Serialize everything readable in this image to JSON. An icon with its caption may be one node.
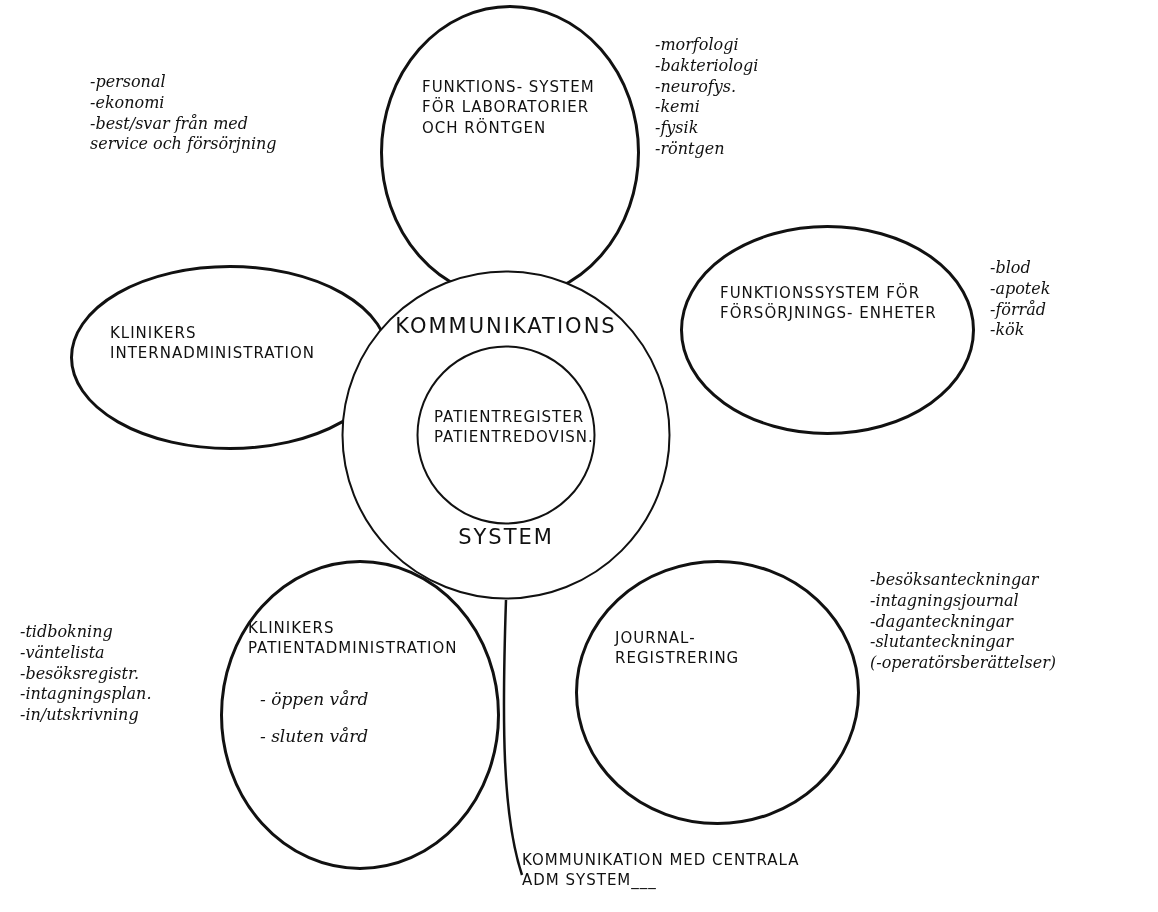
{
  "diagram": {
    "nodes": [
      {
        "text": [
          "FUNKTIONS- SYSTEM FÖR LABORATORIER OCH RÖNTGEN"
        ],
        "beside": [
          "-morfologi",
          "-bakteriologi",
          "-neurofys.",
          "-kemi",
          "-fysik",
          "-röntgen"
        ]
      },
      {
        "text": [
          "KLINIKERS INTERNADMINISTRATION"
        ],
        "beside": [
          "-personal",
          "-ekonomi",
          "-best/svar från med service och försörjning"
        ]
      },
      {
        "text": [
          "FUNKTIONSSYSTEM FÖR FÖRSÖRJNINGS- ENHETER"
        ],
        "beside": [
          "-blod",
          "-apotek",
          "-förråd",
          "-kök"
        ]
      },
      {
        "text": [
          "KOMMUNIKATIONS",
          "SYSTEM"
        ]
      },
      {
        "text": [
          "PATIENTREGISTER PATIENTREDOVISN."
        ],
        "in": 3
      },
      {
        "text": [
          "KLINIKERS PATIENTADMINISTRATION",
          "- öppen vård",
          "- sluten vård"
        ],
        "beside": [
          "-tidbokning",
          "-väntelista",
          "-besöksregistr.",
          "-intagningsplan.",
          "-in/utskrivning"
        ]
      },
      {
        "text": [
          "JOURNAL- REGISTRERING"
        ],
        "beside": [
          "-besöksanteckningar",
          "-intagningsjournal",
          "-daganteckningar",
          "-slutanteckningar",
          "(-operatörsberättelser)"
        ]
      },
      {
        "text": [
          "KOMMUNIKATION MED CENTRALA ADM SYSTEM___"
        ]
      }
    ],
    "edges": [
      {
        "from": 3,
        "to": 7,
        "arrow": "none"
      }
    ]
  }
}
